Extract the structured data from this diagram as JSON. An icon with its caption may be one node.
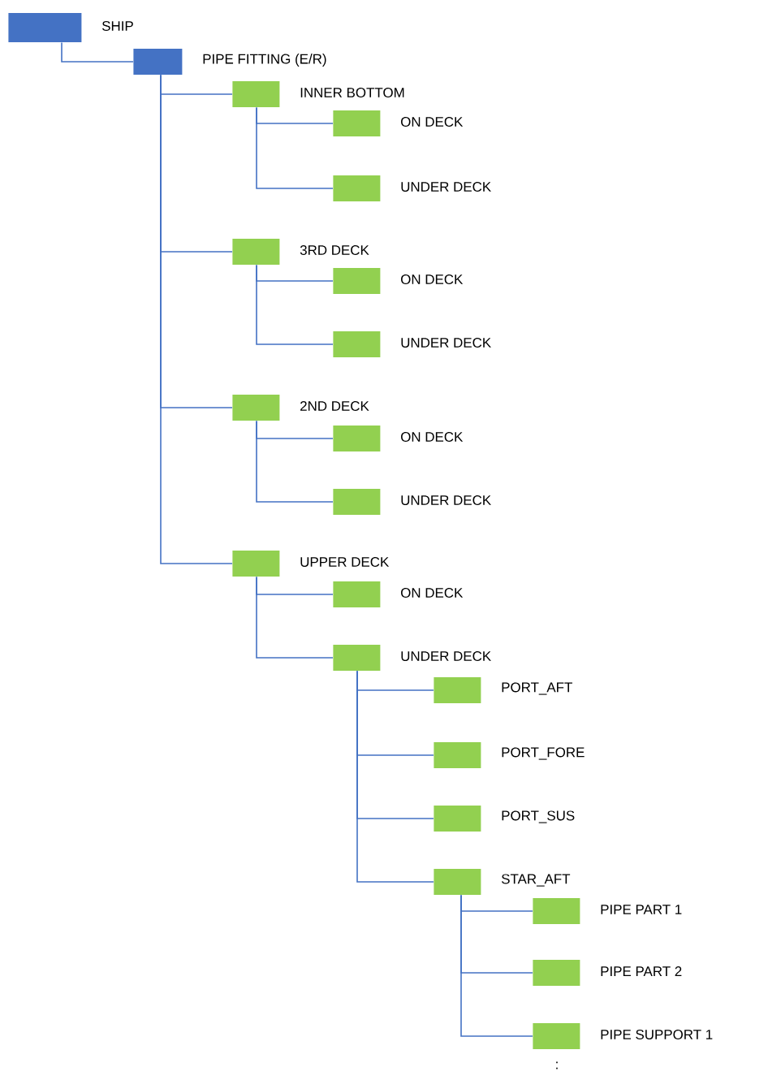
{
  "diagram": {
    "nodes": [
      {
        "text": [
          "SHIP"
        ]
      },
      {
        "text": [
          "PIPE FITTING (E/R)"
        ]
      },
      {
        "text": [
          "INNER BOTTOM"
        ]
      },
      {
        "text": [
          "ON DECK"
        ]
      },
      {
        "text": [
          "UNDER DECK"
        ]
      },
      {
        "text": [
          "3RD DECK"
        ]
      },
      {
        "text": [
          "ON DECK"
        ]
      },
      {
        "text": [
          "UNDER DECK"
        ]
      },
      {
        "text": [
          "2ND DECK"
        ]
      },
      {
        "text": [
          "ON DECK"
        ]
      },
      {
        "text": [
          "UNDER DECK"
        ]
      },
      {
        "text": [
          "UPPER DECK"
        ]
      },
      {
        "text": [
          "ON DECK"
        ]
      },
      {
        "text": [
          "UNDER DECK"
        ]
      },
      {
        "text": [
          "PORT_AFT"
        ]
      },
      {
        "text": [
          "PORT_FORE"
        ]
      },
      {
        "text": [
          "PORT_SUS"
        ]
      },
      {
        "text": [
          "STAR_AFT"
        ]
      },
      {
        "text": [
          "PIPE PART 1"
        ]
      },
      {
        "text": [
          "PIPE PART 2"
        ]
      },
      {
        "text": [
          "PIPE SUPPORT 1"
        ]
      }
    ],
    "edges": [
      {
        "from": 0,
        "to": 1,
        "arrow": "none"
      },
      {
        "from": 1,
        "to": 2,
        "arrow": "none"
      },
      {
        "from": 2,
        "to": 3,
        "arrow": "none"
      },
      {
        "from": 2,
        "to": 4,
        "arrow": "none"
      },
      {
        "from": 1,
        "to": 5,
        "arrow": "none"
      },
      {
        "from": 5,
        "to": 6,
        "arrow": "none"
      },
      {
        "from": 5,
        "to": 7,
        "arrow": "none"
      },
      {
        "from": 1,
        "to": 8,
        "arrow": "none"
      },
      {
        "from": 8,
        "to": 9,
        "arrow": "none"
      },
      {
        "from": 8,
        "to": 10,
        "arrow": "none"
      },
      {
        "from": 1,
        "to": 11,
        "arrow": "none"
      },
      {
        "from": 11,
        "to": 12,
        "arrow": "none"
      },
      {
        "from": 11,
        "to": 13,
        "arrow": "none"
      },
      {
        "from": 13,
        "to": 14,
        "arrow": "none"
      },
      {
        "from": 13,
        "to": 15,
        "arrow": "none"
      },
      {
        "from": 13,
        "to": 16,
        "arrow": "none"
      },
      {
        "from": 13,
        "to": 17,
        "arrow": "none"
      },
      {
        "from": 17,
        "to": 18,
        "arrow": "none"
      },
      {
        "from": 17,
        "to": 19,
        "arrow": "none"
      },
      {
        "from": 17,
        "to": 20,
        "arrow": "none"
      }
    ],
    "labels": [
      ":"
    ]
  }
}
